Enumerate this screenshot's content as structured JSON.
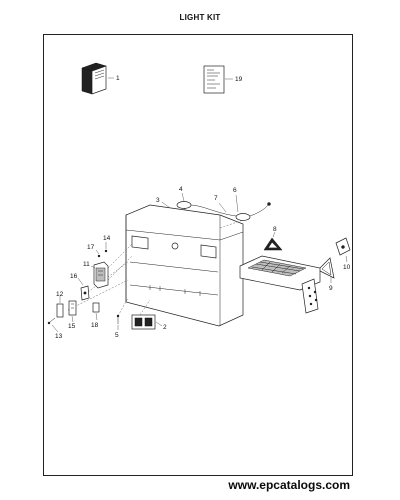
{
  "title": "LIGHT KIT",
  "callouts": [
    "1",
    "2",
    "3",
    "4",
    "5",
    "6",
    "7",
    "8",
    "9",
    "10",
    "11",
    "12",
    "13",
    "14",
    "15",
    "16",
    "17",
    "18",
    "19"
  ],
  "footer_url": "www.epcatalogs.com"
}
